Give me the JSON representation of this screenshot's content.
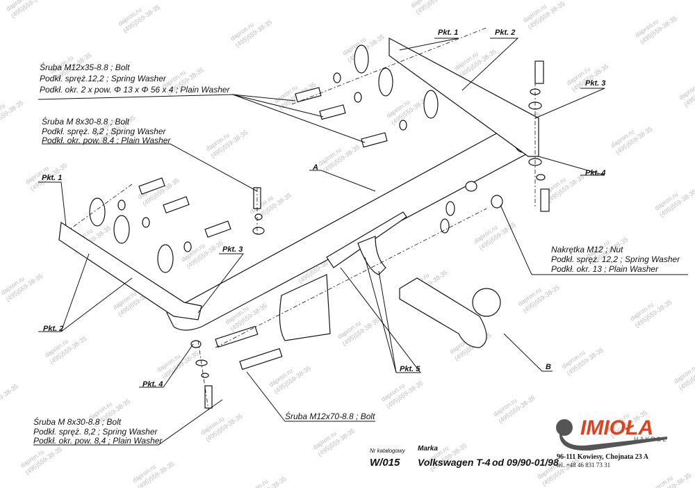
{
  "labels": {
    "bolt_m12x35": [
      "Śruba M12x35-8.8 ;  Bolt",
      "Podkł. spręż.12,2 ; Spring Washer",
      "Podkł. okr. 2 x pow. Φ 13 x Φ 56 x 4 ; Plain Washer"
    ],
    "bolt_m8x30_top": [
      "Śruba M 8x30-8.8 ;  Bolt",
      "Podkł. spręż. 8,2 ; Spring Washer",
      "Podkł. okr. pow. 8,4 ; Plain Washer"
    ],
    "nut_m12": [
      "Nakrętka  M12 ; Nut",
      "Podkł. spręż. 12,2 ; Spring Washer",
      "Podkł. okr. 13 ; Plain Washer"
    ],
    "bolt_m8x30_bottom": [
      "Śruba M 8x30-8.8 ;  Bolt",
      "Podkł. spręż. 8,2 ; Spring Washer",
      "Podkł. okr. pow. 8,4 ; Plain Washer"
    ],
    "bolt_m12x70": "Śruba M12x70-8.8 ;  Bolt"
  },
  "points": {
    "pkt1_top": "Pkt. 1",
    "pkt2_top": "Pkt. 2",
    "pkt3_right": "Pkt. 3",
    "pkt4_right": "Pkt. 4",
    "pkt1_left": "Pkt. 1",
    "pkt2_left": "Pkt. 2",
    "pkt3_left": "Pkt. 3",
    "pkt4_left": "Pkt. 4",
    "pkt5": "Pkt. 5",
    "a": "A",
    "b": "B"
  },
  "footer": {
    "catalog_label": "Nr katalogowy",
    "catalog_no": "W/015",
    "brand_label": "Marka",
    "brand": "Volkswagen T-4",
    "years": "od 09/90-01/98",
    "address": "96-111 Kowiesy, Chojnata 23 A",
    "tel": "tel. +48 46 831 73 31"
  },
  "logo": {
    "name": "IMIOŁA",
    "sub": "HAKPOL",
    "color": "#e2401c"
  },
  "watermark": {
    "site": "dapron.ru",
    "phone": "+7(495)559-38-35"
  }
}
